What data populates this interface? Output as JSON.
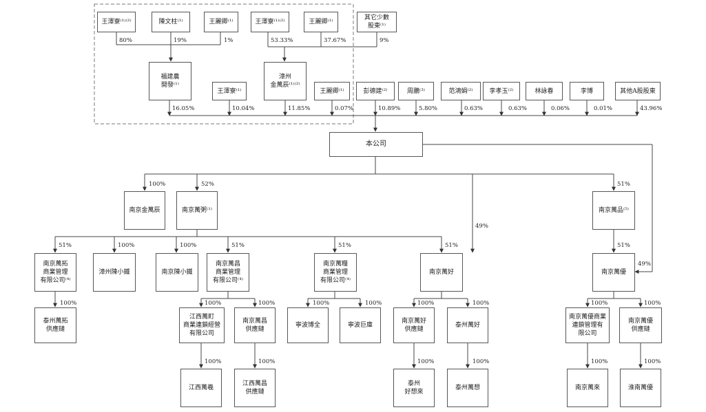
{
  "chart": {
    "boxes": {
      "b_wzh1": "王澤寮⁽¹⁾⁽²⁾",
      "b_cwz": "陳文柱⁽¹⁾",
      "b_wlq1": "王麗卿⁽¹⁾",
      "b_wzh2": "王澤寮⁽¹⁾⁽²⁾",
      "b_wlq2": "王麗卿⁽¹⁾",
      "b_minor": "其它少數\n股東⁽¹⁾",
      "b_fujian": "福建農\n開發⁽¹⁾",
      "b_zhangzhou": "漳州\n金萬辰⁽¹⁾⁽²⁾",
      "b_wzh3": "王澤寮⁽¹⁾",
      "b_wlq3": "王麗卿⁽¹⁾",
      "b_pdj": "彭德建⁽²⁾",
      "b_zp": "周鵬⁽³⁾",
      "b_fhj": "范鴻娟⁽²⁾",
      "b_lxy": "李孝玉⁽²⁾",
      "b_lyc": "林詠春",
      "b_lb": "李博",
      "b_othera": "其他A股股東",
      "b_company": "本公司",
      "b_njjwc": "南京金萬辰",
      "b_njwx": "南京萬粥⁽¹⁾",
      "b_njwp": "南京萬品⁽⁵⁾",
      "b_njwt": "南京萬拓\n商業管理\n有限公司⁽⁴⁾",
      "b_zzcxj": "漳州陳小鐵",
      "b_njcxj": "南京陳小鐵",
      "b_njwc": "南京萬昌\n商業管理\n有限公司⁽⁴⁾",
      "b_njwy": "南京萬糧\n商業管理\n有限公司⁽⁴⁾",
      "b_njwh": "南京萬好",
      "b_njwyou": "南京萬優",
      "b_tzwt": "泰州萬拓\n供應鏈",
      "b_jxwk": "江西萬町\n商業連鎖經營\n有限公司",
      "b_njwcgy": "南京萬昌\n供應鏈",
      "b_nbbq": "寧波博全",
      "b_nbjk": "寧波巨庫",
      "b_njwhgy": "南京萬好\n供應鏈",
      "b_tzwh": "泰州萬好",
      "b_njwysy": "南京萬優商業\n連鎖管理有\n限公司",
      "b_njwygy": "南京萬優\n供應鏈",
      "b_jxwx": "江西萬羲",
      "b_jxwcgy": "江西萬昌\n供應鏈",
      "b_tzhxl": "泰州\n好想來",
      "b_tzwx": "泰州萬想",
      "b_njwl": "南京萬來",
      "b_hnwy": "淮南萬優"
    },
    "percents": {
      "p1": "80%",
      "p2": "19%",
      "p3": "1%",
      "p4": "53.33%",
      "p5": "37.67%",
      "p6": "9%",
      "p7": "16.05%",
      "p8": "10.04%",
      "p9": "11.85%",
      "p10": "0.07%",
      "p11": "10.89%",
      "p12": "5.80%",
      "p13": "0.63%",
      "p14": "0.63%",
      "p15": "0.06%",
      "p16": "0.01%",
      "p17": "43.96%",
      "p18": "100%",
      "p19": "52%",
      "p20": "49%",
      "p21": "51%",
      "p22": "51%",
      "p23": "100%",
      "p24": "100%",
      "p25": "51%",
      "p26": "51%",
      "p27": "51%",
      "p28": "51%",
      "p29": "49%",
      "p30": "100%",
      "p31": "100%",
      "p32": "100%",
      "p33": "100%",
      "p34": "100%",
      "p35": "100%",
      "p36": "100%",
      "p37": "100%",
      "p38": "100%",
      "p39": "100%",
      "p40": "100%",
      "p41": "100%",
      "p42": "100%",
      "p43": "100%",
      "p44": "100%"
    }
  }
}
